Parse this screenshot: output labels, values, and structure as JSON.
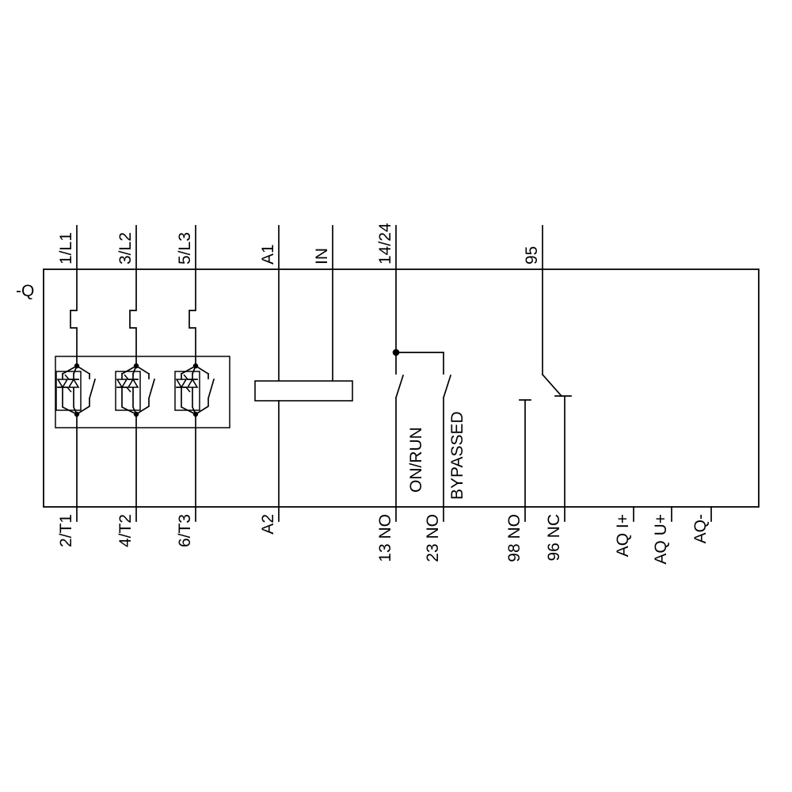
{
  "diagram": {
    "device_tag": "-Q",
    "top_terminals": [
      "1/L1",
      "3/L2",
      "5/L3",
      "A1",
      "IN",
      "14/24",
      "95"
    ],
    "bottom_terminals": [
      "2/T1",
      "4/T2",
      "6/T3",
      "A2",
      "13 NO",
      "23 NO",
      "98 NO",
      "96 NC",
      "AQ I+",
      "AQ U+",
      "AQ-"
    ],
    "contact_annotations": [
      "ON/RUN",
      "BYPASSED"
    ],
    "colors": {
      "line": "#000000",
      "background": "#ffffff"
    }
  }
}
